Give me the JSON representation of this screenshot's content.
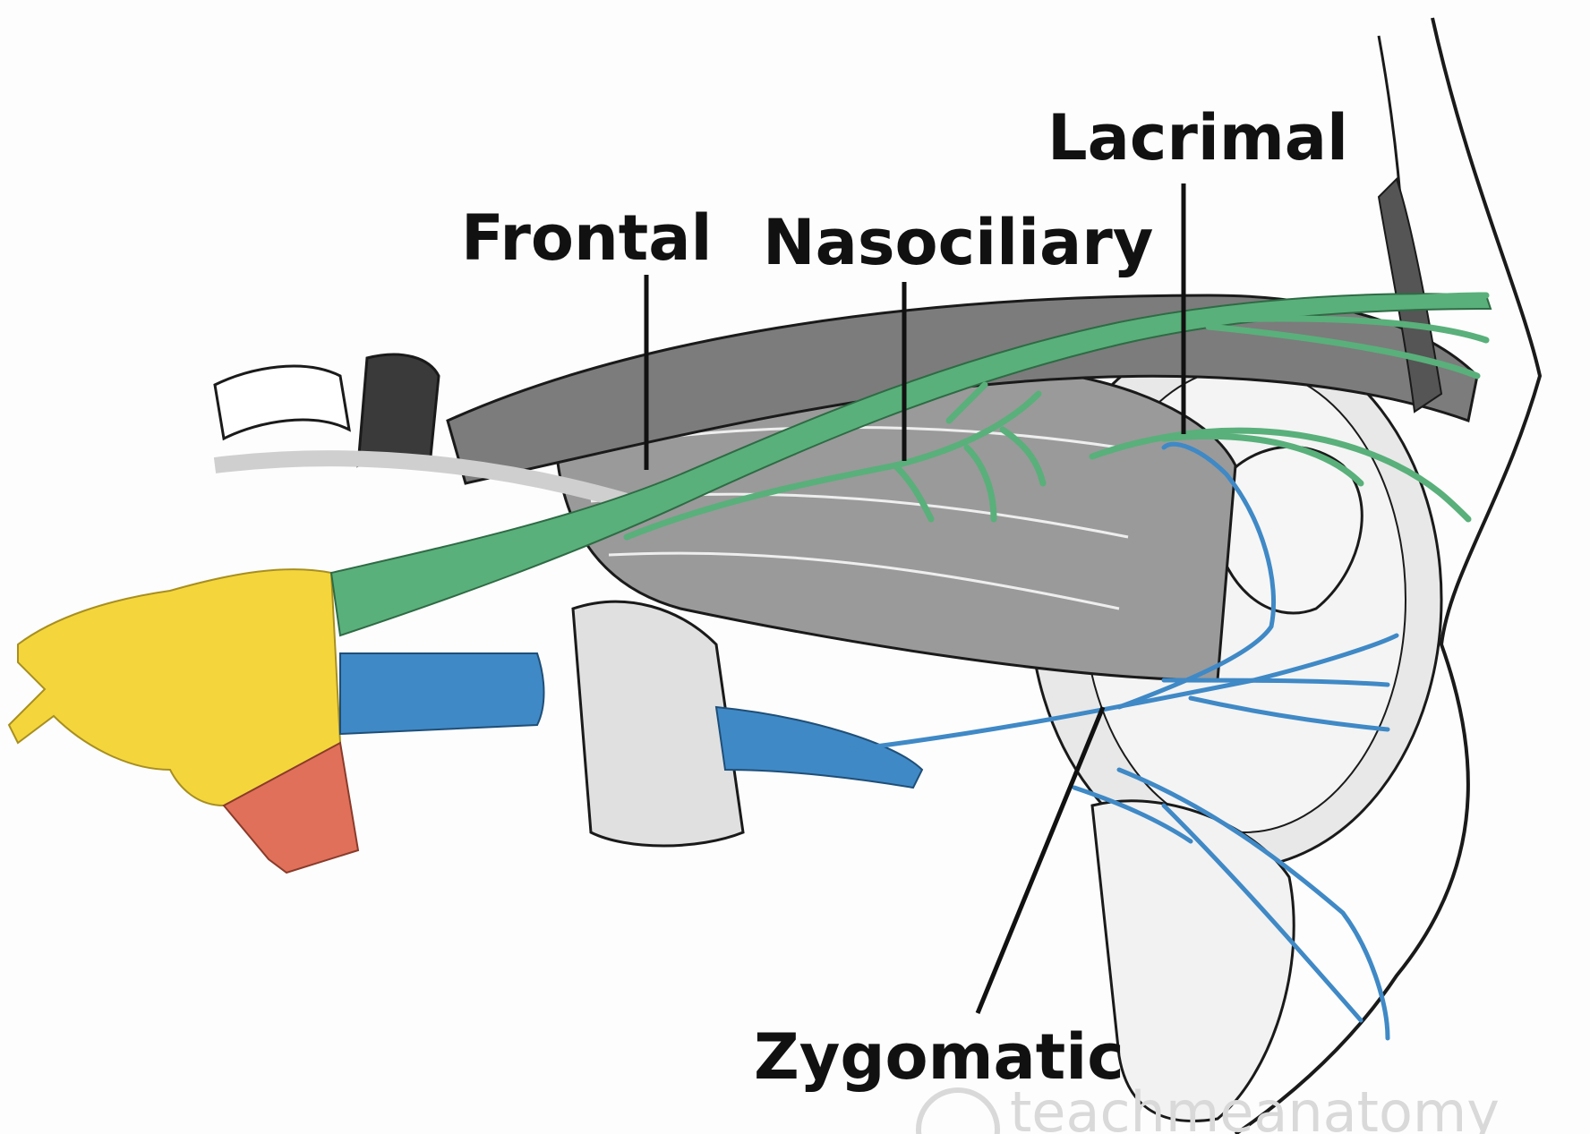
{
  "diagram": {
    "labels": {
      "frontal": "Frontal",
      "nasociliary": "Nasociliary",
      "lacrimal": "Lacrimal",
      "zygomatic": "Zygomatic"
    },
    "watermark": "teachmeanatomy",
    "colors": {
      "ophthalmic_branch": "#59b07a",
      "maxillary_branch": "#3f89c6",
      "ganglion": "#f4d63c",
      "mandibular_root": "#e0705a",
      "line_art": "#1a1a1a"
    }
  }
}
